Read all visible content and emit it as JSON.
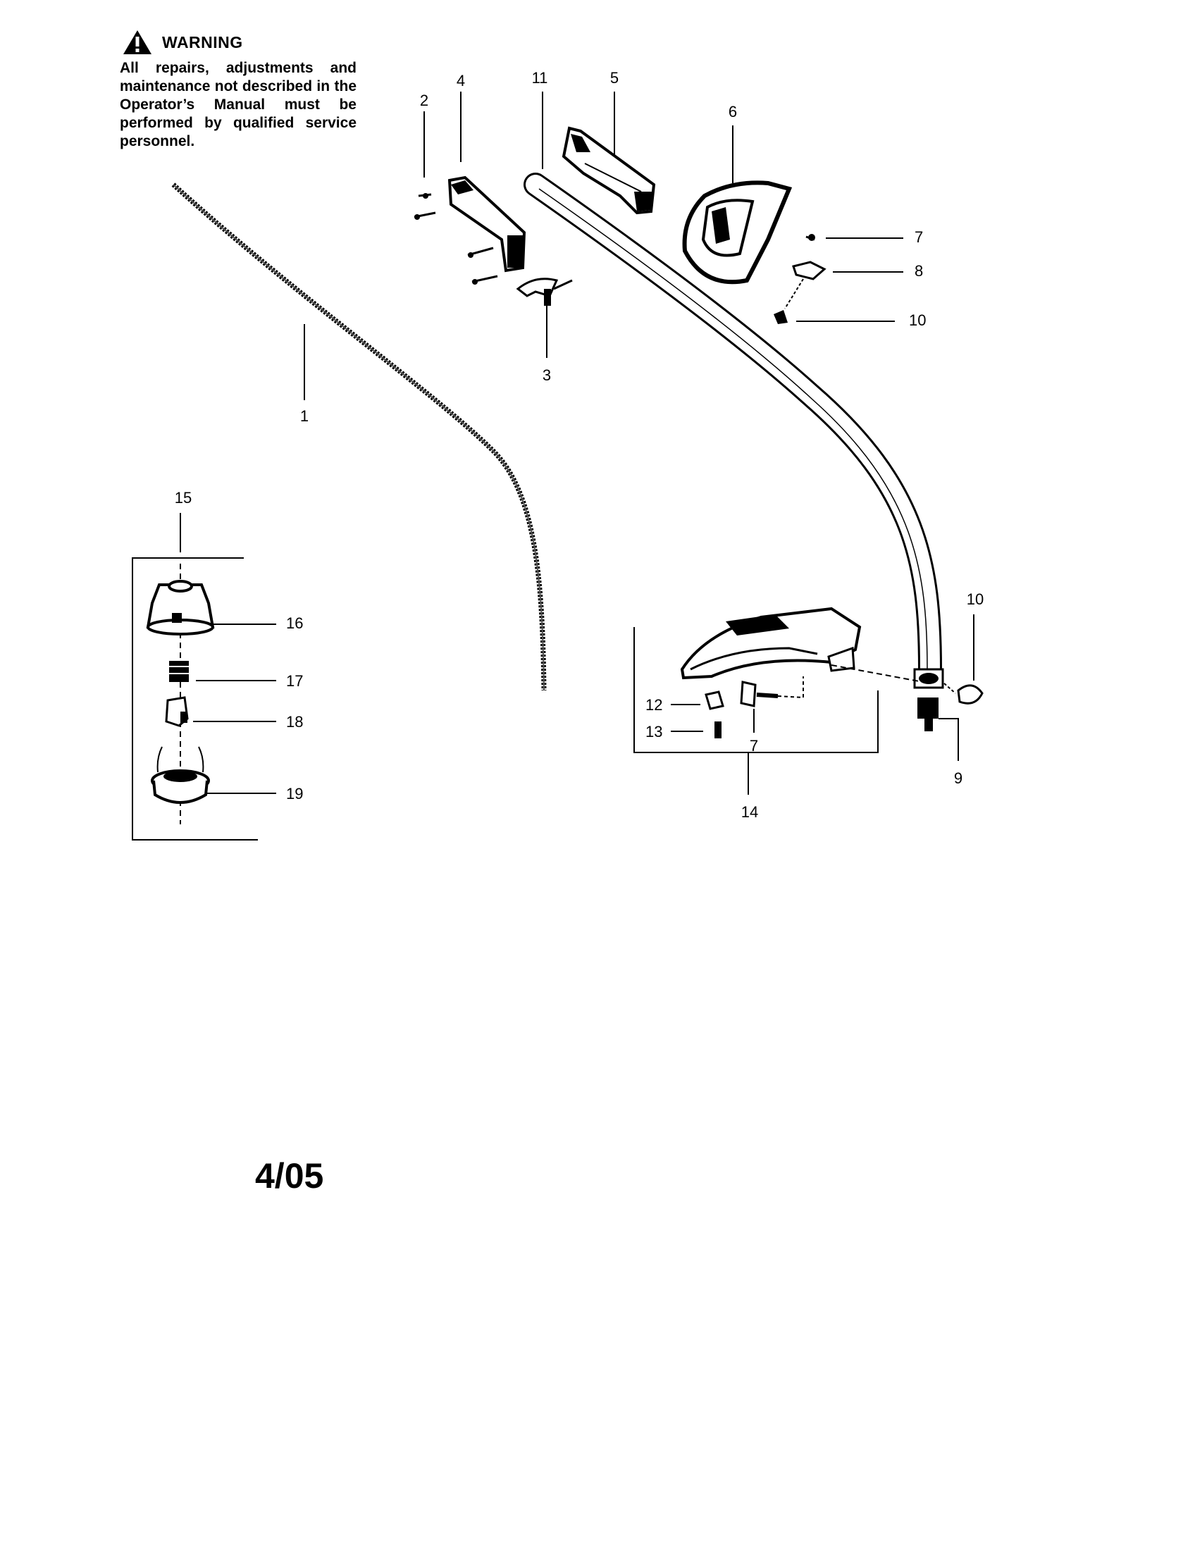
{
  "warning": {
    "title": "WARNING",
    "text": "All repairs, adjustments and maintenance not described in the Operator’s Manual must be performed by qualified service personnel.",
    "icon": "warning-triangle-icon"
  },
  "callouts": [
    "1",
    "2",
    "3",
    "4",
    "5",
    "6",
    "7",
    "8",
    "10",
    "11",
    "15",
    "16",
    "17",
    "18",
    "19",
    "10",
    "12",
    "13",
    "7",
    "9",
    "14"
  ],
  "date": "4/05"
}
